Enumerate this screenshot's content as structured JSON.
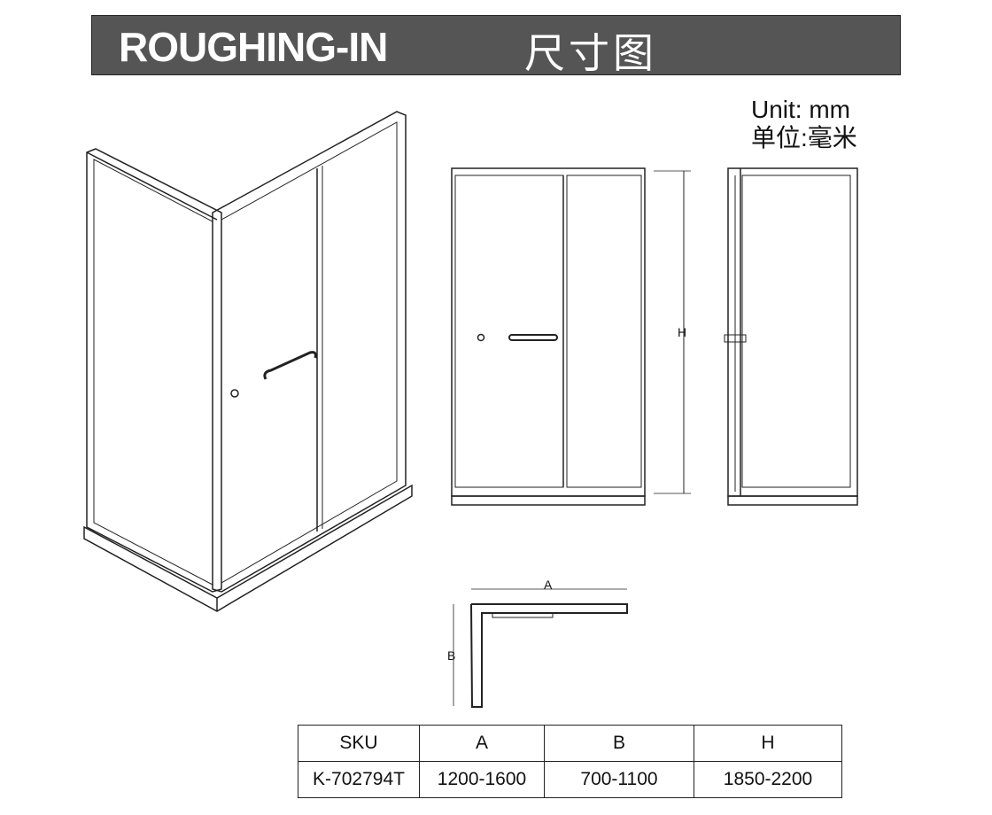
{
  "header": {
    "title_en": "ROUGHING-IN",
    "title_cn": "尺寸图"
  },
  "unit": {
    "en": "Unit: mm",
    "cn": "单位:毫米"
  },
  "dimensions": {
    "height_label": "H",
    "width_label": "A",
    "depth_label": "B"
  },
  "spec_table": {
    "headers": [
      "SKU",
      "A",
      "B",
      "H"
    ],
    "rows": [
      [
        "K-702794T",
        "1200-1600",
        "700-1100",
        "1850-2200"
      ]
    ]
  },
  "colors": {
    "title_bar": "#555555",
    "line": "#222222"
  }
}
